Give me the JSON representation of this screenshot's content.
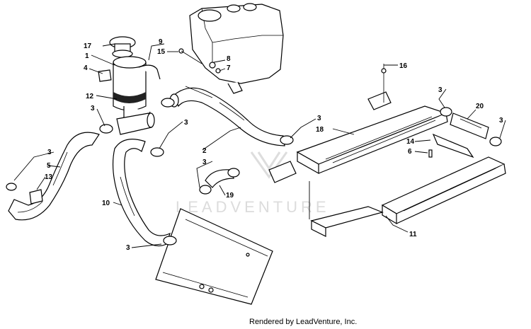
{
  "watermark": "LEADVENTURE",
  "footer": "Rendered by LeadVenture, Inc.",
  "callouts": {
    "c17": "17",
    "c1": "1",
    "c4": "4",
    "c12": "12",
    "c9": "9",
    "c15": "15",
    "c8": "8",
    "c7": "7",
    "c3a": "3",
    "c3b": "3",
    "c3c": "3",
    "c3d": "3",
    "c3e": "3",
    "c3f": "3",
    "c3g": "3",
    "c3h": "3",
    "c13": "13",
    "c5": "5",
    "c10": "10",
    "c2": "2",
    "c19": "19",
    "c16": "16",
    "c18": "18",
    "c20": "20",
    "c14": "14",
    "c6": "6",
    "c11": "11"
  }
}
